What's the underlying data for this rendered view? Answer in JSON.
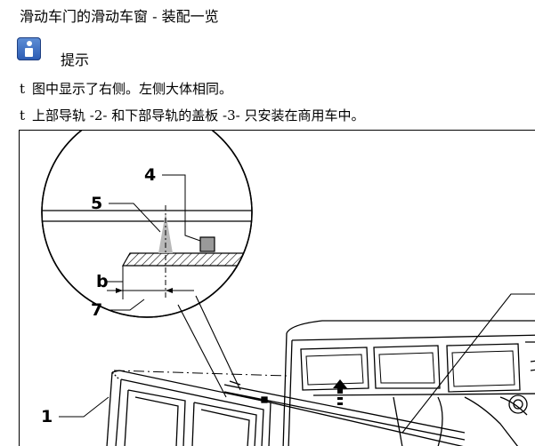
{
  "page": {
    "title": "滑动车门的滑动车窗 - 装配一览",
    "tip_label": "提示",
    "notes": [
      {
        "bullet": "t",
        "text": "图中显示了右侧。左侧大体相同。"
      },
      {
        "bullet": "t",
        "text": "上部导轨 -2- 和下部导轨的盖板 -3- 只安装在商用车中。"
      }
    ]
  },
  "icons": {
    "info": "info-icon"
  },
  "figure": {
    "callouts": {
      "c4": "4",
      "c5": "5",
      "cb": "b",
      "c7": "7",
      "c1": "1"
    }
  }
}
